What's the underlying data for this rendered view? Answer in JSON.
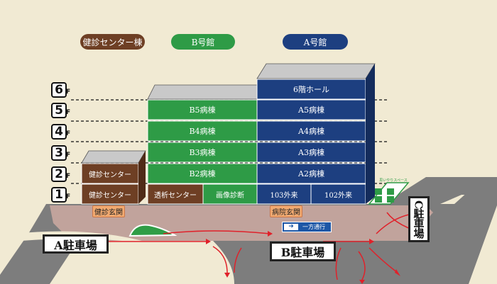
{
  "legend": [
    {
      "label": "健診センター棟",
      "color": "#6e3f24"
    },
    {
      "label": "B号館",
      "color": "#2e9b46"
    },
    {
      "label": "A号館",
      "color": "#1d3f80"
    }
  ],
  "floors": [
    "6",
    "5",
    "4",
    "3",
    "2",
    "1"
  ],
  "floor_suffix": "F",
  "rooms": {
    "a6": "6階ホール",
    "b5": "B5病棟",
    "a5": "A5病棟",
    "b4": "B4病棟",
    "a4": "A4病棟",
    "b3": "B3病棟",
    "a3": "A3病棟",
    "b2": "B2病棟",
    "a2": "A2病棟",
    "k2": "健診センター",
    "k1": "健診センター",
    "b1a": "透析センター",
    "b1b": "画像診断",
    "a1a": "103外来",
    "a1b": "102外来",
    "parking_space": "思いやりスペース"
  },
  "entrances": {
    "kenshin": "健診玄関",
    "hospital": "病院玄関"
  },
  "oneway": "一方通行",
  "parking": {
    "a": "A駐車場",
    "b": "B駐車場",
    "c": "C駐車場"
  },
  "colors": {
    "kenshin": "#6e3f24",
    "b_building": "#2e9b46",
    "a_building": "#1d3f80",
    "road": "#7d7d7d",
    "plaza": "#c1a39c",
    "route": "#e0212a"
  }
}
